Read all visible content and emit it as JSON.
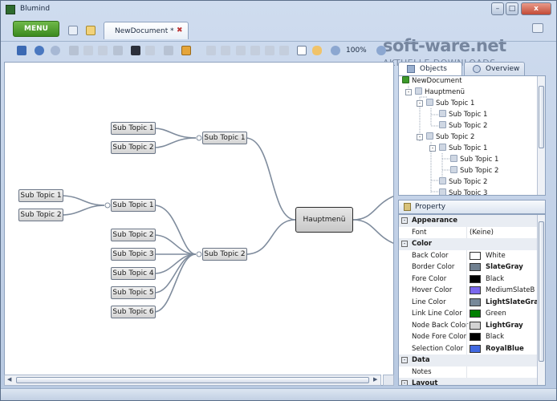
{
  "window": {
    "title": "Blumind",
    "minimize": "–",
    "maximize": "□",
    "close": "x"
  },
  "menu": {
    "label": "MENU"
  },
  "document_tab": {
    "label": "NewDocument *",
    "close": "✖"
  },
  "watermark": {
    "big": "soft-ware.net",
    "small": "AKTUELLE DOWNLOADS"
  },
  "toolbar": {
    "zoom": "100%"
  },
  "mindmap": {
    "root": "Hauptmenü",
    "nodes": [
      "Sub Topic 1",
      "Sub Topic 1",
      "Sub Topic 2",
      "Sub Topic 1",
      "Sub Topic 1",
      "Sub Topic 2",
      "Sub Topic 2",
      "Sub Topic 2",
      "Sub Topic 3",
      "Sub Topic 4",
      "Sub Topic 5",
      "Sub Topic 6"
    ]
  },
  "side_tabs": {
    "objects": "Objects",
    "overview": "Overview"
  },
  "tree": [
    {
      "label": "NewDocument"
    },
    {
      "label": "Hauptmenü"
    },
    {
      "label": "Sub Topic 1"
    },
    {
      "label": "Sub Topic 1"
    },
    {
      "label": "Sub Topic 2"
    },
    {
      "label": "Sub Topic 2"
    },
    {
      "label": "Sub Topic 1"
    },
    {
      "label": "Sub Topic 1"
    },
    {
      "label": "Sub Topic 2"
    },
    {
      "label": "Sub Topic 2"
    },
    {
      "label": "Sub Topic 3"
    }
  ],
  "property_panel": {
    "title": "Property",
    "rows": [
      {
        "kind": "cat",
        "name": "Appearance"
      },
      {
        "kind": "prop",
        "name": "Font",
        "value": "(Keine)"
      },
      {
        "kind": "cat",
        "name": "Color"
      },
      {
        "kind": "prop",
        "name": "Back Color",
        "value": "White",
        "color": "#ffffff",
        "bold": false
      },
      {
        "kind": "prop",
        "name": "Border Color",
        "value": "SlateGray",
        "color": "#708090",
        "bold": true
      },
      {
        "kind": "prop",
        "name": "Fore Color",
        "value": "Black",
        "color": "#000000",
        "bold": false
      },
      {
        "kind": "prop",
        "name": "Hover Color",
        "value": "MediumSlateB",
        "color": "#7b68ee",
        "bold": false
      },
      {
        "kind": "prop",
        "name": "Line Color",
        "value": "LightSlateGray",
        "color": "#778899",
        "bold": true
      },
      {
        "kind": "prop",
        "name": "Link Line Color",
        "value": "Green",
        "color": "#008000",
        "bold": false
      },
      {
        "kind": "prop",
        "name": "Node Back Color",
        "value": "LightGray",
        "color": "#d3d3d3",
        "bold": true
      },
      {
        "kind": "prop",
        "name": "Node Fore Color",
        "value": "Black",
        "color": "#000000",
        "bold": false
      },
      {
        "kind": "prop",
        "name": "Selection Color",
        "value": "RoyalBlue",
        "color": "#4169e1",
        "bold": true
      },
      {
        "kind": "cat",
        "name": "Data"
      },
      {
        "kind": "prop",
        "name": "Notes",
        "value": ""
      },
      {
        "kind": "cat",
        "name": "Layout"
      }
    ]
  },
  "colors": {
    "accent_green": "#3c8a1f",
    "line": "#778899",
    "node_back": "#d3d3d3"
  }
}
